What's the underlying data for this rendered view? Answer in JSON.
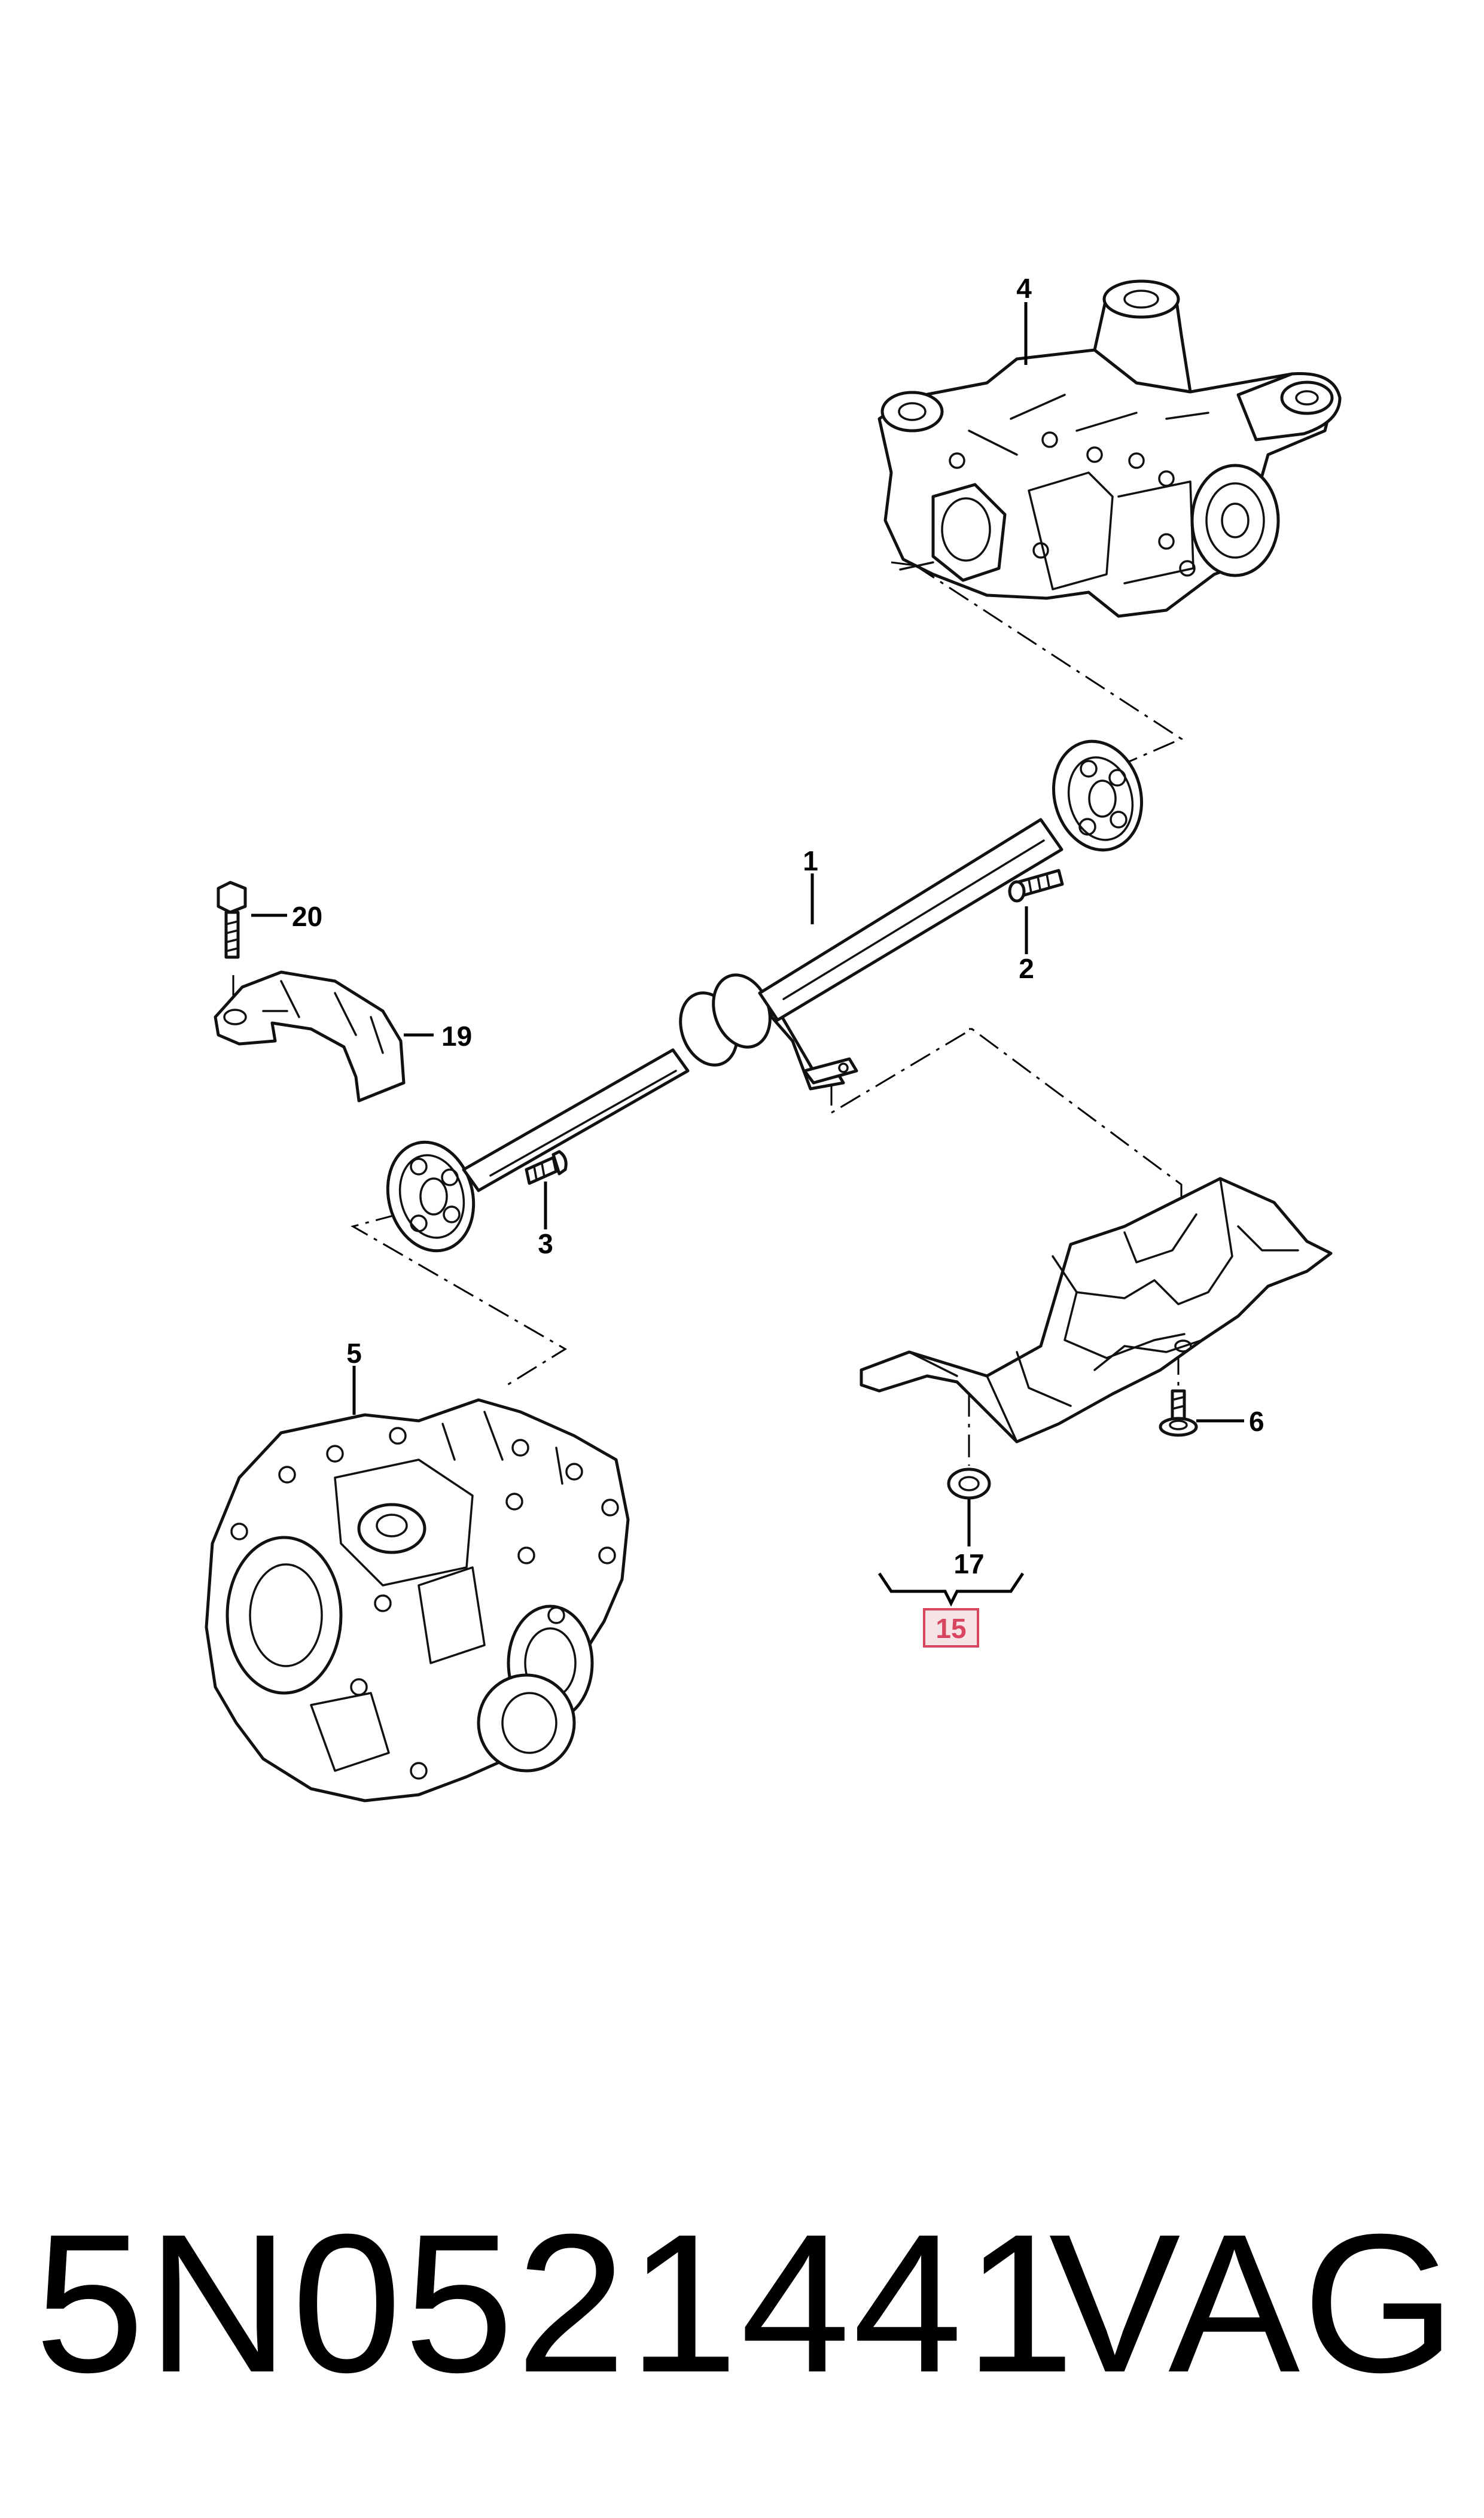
{
  "callouts": {
    "c1": "1",
    "c2": "2",
    "c3": "3",
    "c4": "4",
    "c5": "5",
    "c6": "6",
    "c15": "15",
    "c17": "17",
    "c19": "19",
    "c20": "20"
  },
  "highlight": {
    "callout": "15",
    "color": "#d8455e",
    "fill": "#f6e3e6"
  },
  "caption": {
    "part_number": "5N0521441",
    "brand": "VAG"
  },
  "icons": {
    "rear_differential": "rear-differential-icon",
    "propeller_shaft": "propeller-shaft-icon",
    "transmission": "gearbox-icon",
    "heat_shield": "heat-shield-icon",
    "cover": "cover-plate-icon"
  }
}
